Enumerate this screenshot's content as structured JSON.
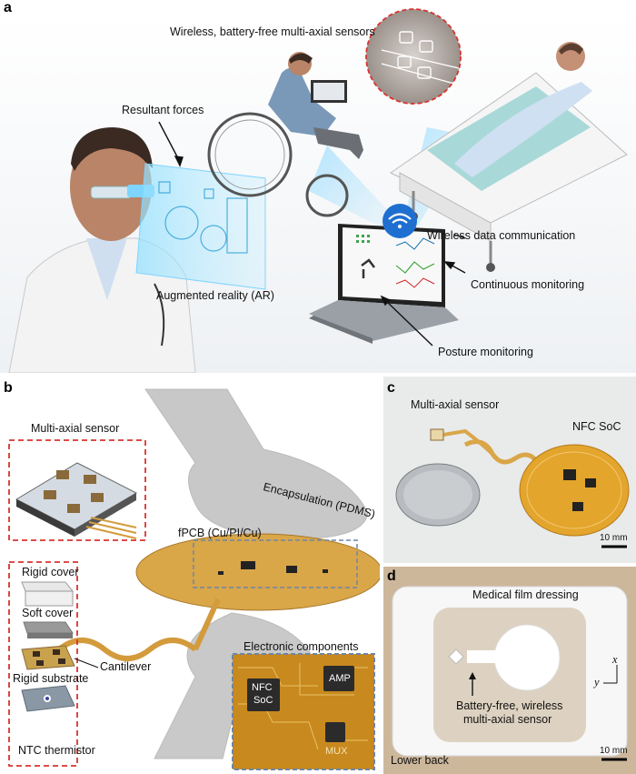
{
  "panel_a": {
    "letter": "a",
    "sensors": "Wireless, battery-free multi-axial sensors",
    "forces": "Resultant forces",
    "wireless": "Wireless data communication",
    "continuous": "Continuous monitoring",
    "ar": "Augmented reality (AR)",
    "posture": "Posture monitoring"
  },
  "panel_b": {
    "letter": "b",
    "sensor": "Multi-axial sensor",
    "encap": "Encapsulation (PDMS)",
    "fpcb": "fPCB (Cu/PI/Cu)",
    "rigid_cover": "Rigid cover",
    "soft_cover": "Soft cover",
    "cantilever": "Cantilever",
    "rigid_substrate": "Rigid substrate",
    "ntc": "NTC thermistor",
    "electronics": "Electronic components",
    "nfc": "NFC",
    "soc": "SoC",
    "amp": "AMP",
    "mux": "MUX"
  },
  "panel_c": {
    "letter": "c",
    "sensor": "Multi-axial sensor",
    "nfc": "NFC SoC",
    "scale": "10 mm"
  },
  "panel_d": {
    "letter": "d",
    "dressing": "Medical film dressing",
    "battery_1": "Battery-free, wireless",
    "battery_2": "multi-axial sensor",
    "lower_back": "Lower back",
    "scale": "10 mm",
    "axis_x": "x",
    "axis_y": "y"
  }
}
